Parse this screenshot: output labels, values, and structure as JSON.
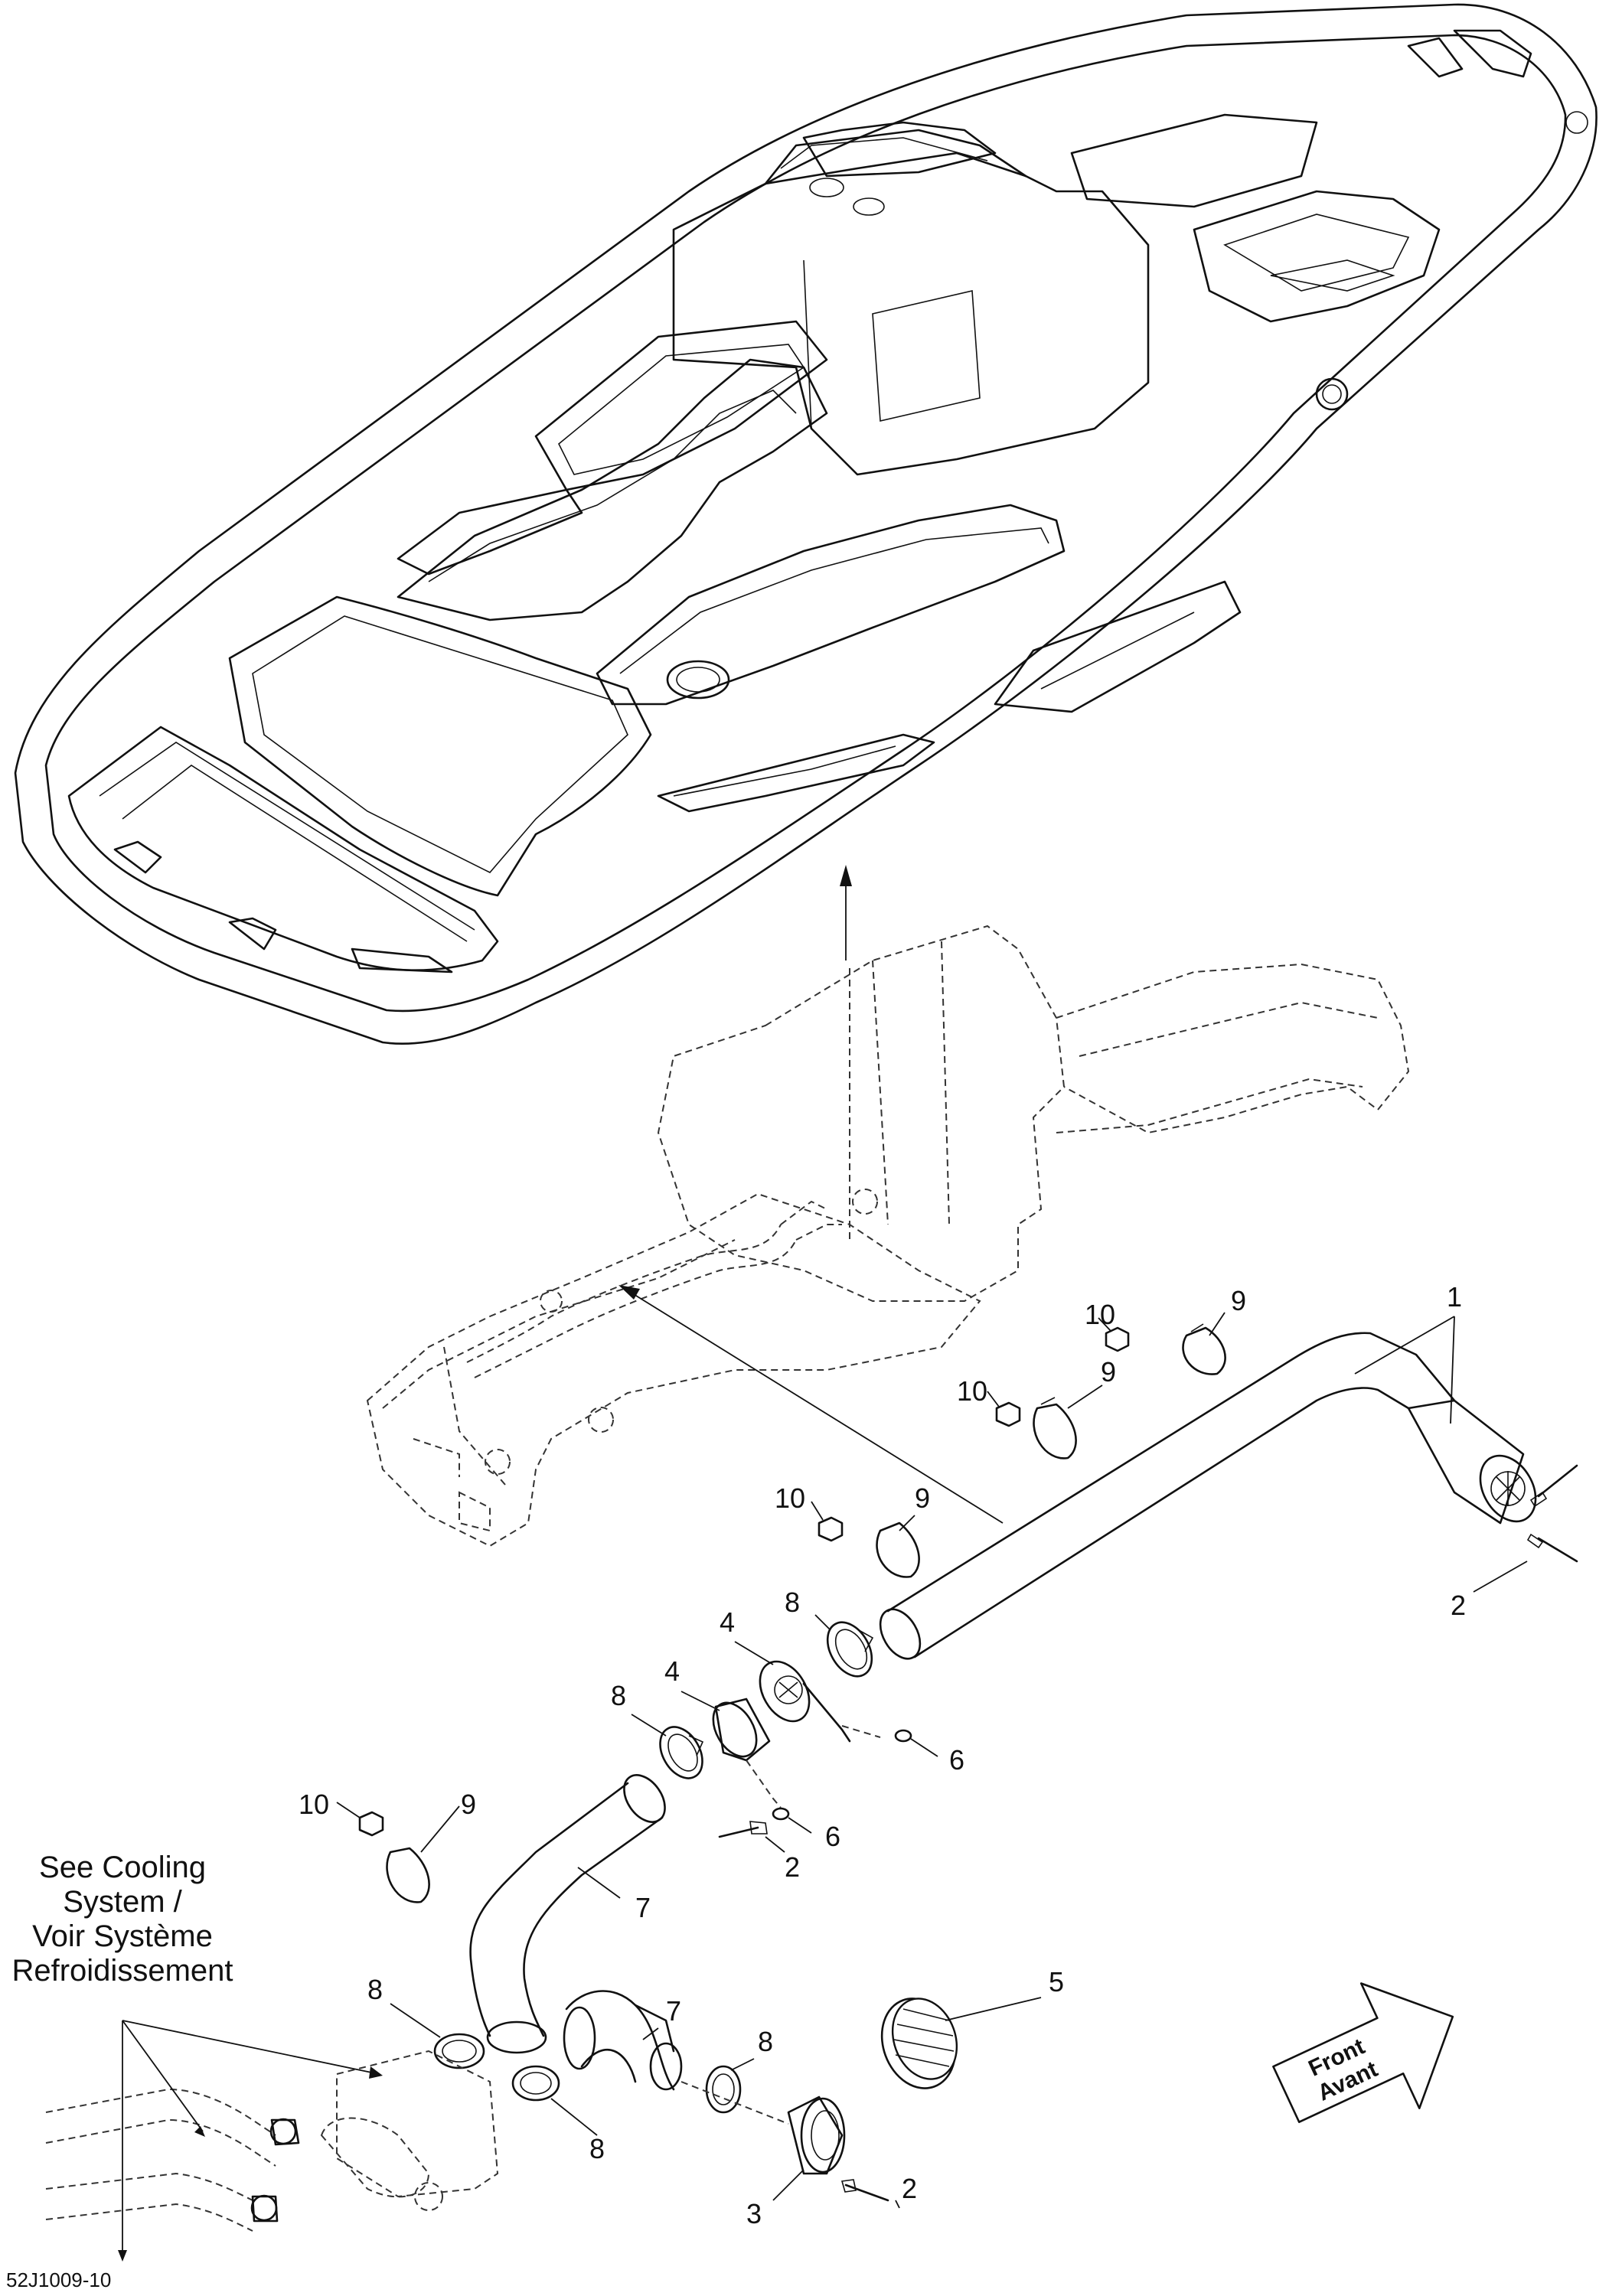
{
  "labels": {
    "l1": "1",
    "l2a": "2",
    "l2b": "2",
    "l2c": "2",
    "l3": "3",
    "l4a": "4",
    "l4b": "4",
    "l5": "5",
    "l6a": "6",
    "l6b": "6",
    "l7a": "7",
    "l7b": "7",
    "l8a": "8",
    "l8b": "8",
    "l8c": "8",
    "l8d": "8",
    "l8e": "8",
    "l9a": "9",
    "l9b": "9",
    "l9c": "9",
    "l9d": "9",
    "l10a": "10",
    "l10b": "10",
    "l10c": "10",
    "l10d": "10"
  },
  "note": {
    "line1": "See Cooling",
    "line2": "System /",
    "line3": "Voir Système",
    "line4": "Refroidissement"
  },
  "front_arrow": {
    "en": "Front",
    "fr": "Avant"
  },
  "figure_code": "52J1009-10"
}
